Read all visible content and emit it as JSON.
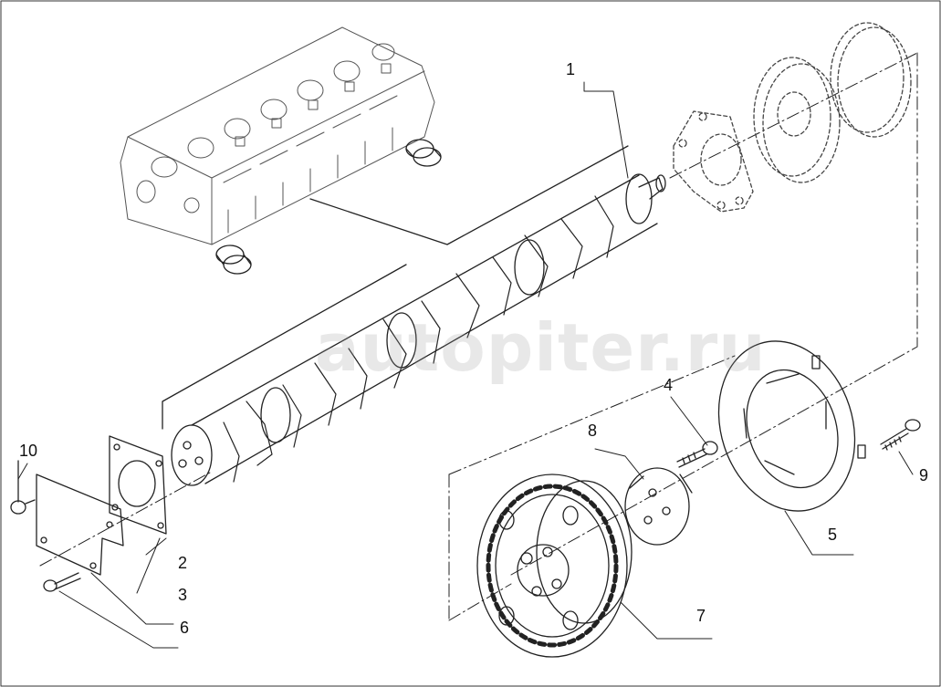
{
  "labels": {
    "l1": "1",
    "l2": "2",
    "l3": "3",
    "l4": "4",
    "l5": "5",
    "l6": "6",
    "l7": "7",
    "l8": "8",
    "l9": "9",
    "l10": "10"
  },
  "watermark": "autopiter.ru"
}
